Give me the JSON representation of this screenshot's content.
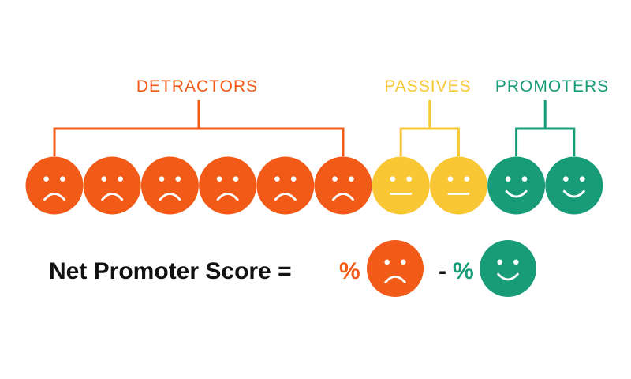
{
  "colors": {
    "detractor": "#f15a17",
    "passive": "#f8c733",
    "promoter": "#179c77",
    "text": "#111111"
  },
  "groups": [
    {
      "id": "detractors",
      "label": "DETRACTORS",
      "face": "sad",
      "count": 6,
      "color": "#f15a17"
    },
    {
      "id": "passives",
      "label": "PASSIVES",
      "face": "neutral",
      "count": 2,
      "color": "#f8c733"
    },
    {
      "id": "promoters",
      "label": "PROMOTERS",
      "face": "happy",
      "count": 2,
      "color": "#179c77"
    }
  ],
  "formula": {
    "lhs": "Net Promoter Score =",
    "pct1": "%",
    "face1": "sad",
    "minus": "-",
    "pct2": "%",
    "face2": "happy"
  }
}
